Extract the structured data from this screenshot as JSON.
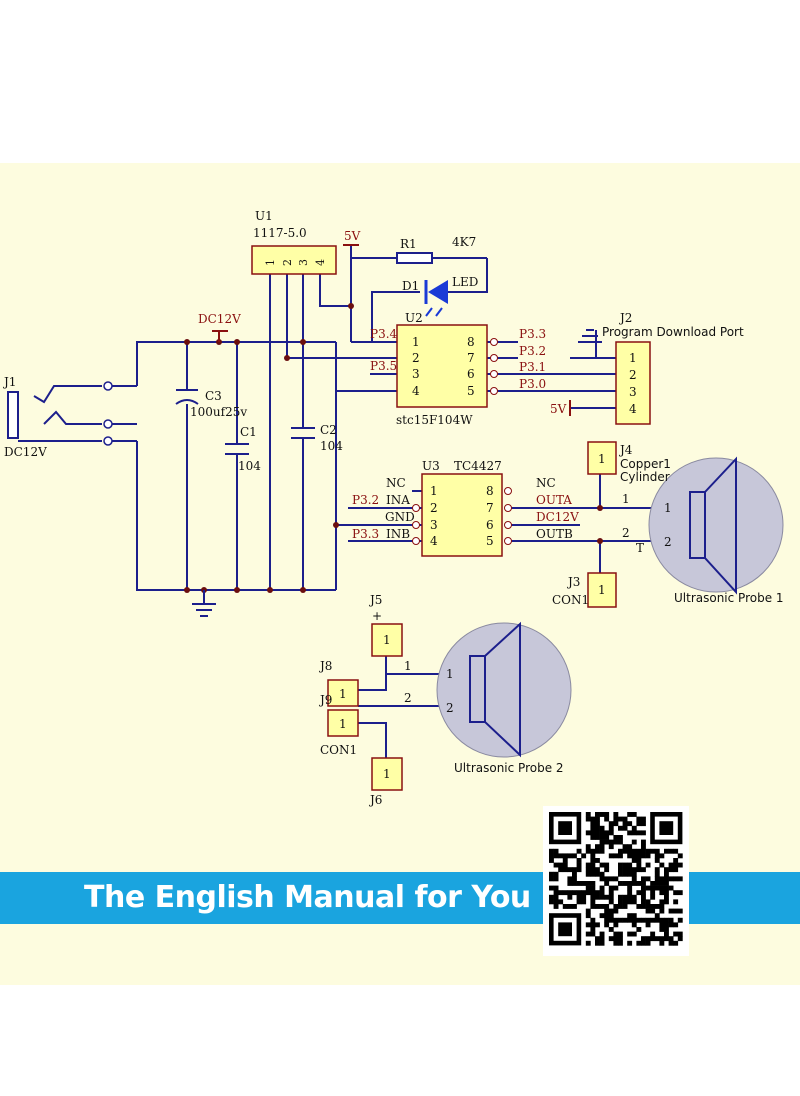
{
  "banner": {
    "text": "The English Manual for You"
  },
  "schematic": {
    "u1": {
      "ref": "U1",
      "part": "1117-5.0",
      "pins": [
        "1",
        "2",
        "3",
        "4"
      ]
    },
    "power_5v_top": "5V",
    "r1": {
      "ref": "R1",
      "value": "4K7"
    },
    "d1": {
      "ref": "D1",
      "value": "LED"
    },
    "u2": {
      "ref": "U2",
      "part": "stc15F104W",
      "left_pins": [
        "1",
        "2",
        "3",
        "4"
      ],
      "right_pins": [
        "8",
        "7",
        "6",
        "5"
      ],
      "left_nets": [
        "P3.4",
        "",
        "P3.5",
        ""
      ],
      "right_nets": [
        "P3.3",
        "P3.2",
        "P3.1",
        "P3.0"
      ]
    },
    "dc12v_rail": "DC12V",
    "j1": {
      "ref": "J1",
      "value": "DC12V"
    },
    "c1": {
      "ref": "C1",
      "value": "104"
    },
    "c2": {
      "ref": "C2",
      "value": "104"
    },
    "c3": {
      "ref": "C3",
      "value": "100uf25v"
    },
    "j2": {
      "ref": "J2",
      "label": "Program Download Port",
      "pins": [
        "1",
        "2",
        "3",
        "4"
      ],
      "pin4_net": "5V"
    },
    "u3": {
      "ref": "U3",
      "part": "TC4427",
      "left_pins": [
        "1",
        "2",
        "3",
        "4"
      ],
      "right_pins": [
        "8",
        "7",
        "6",
        "5"
      ],
      "left_names": [
        "NC",
        "INA",
        "GND",
        "INB"
      ],
      "right_names": [
        "NC",
        "OUTA",
        "DC12V",
        "OUTB"
      ],
      "left_nets": [
        "",
        "P3.2",
        "",
        "P3.3"
      ]
    },
    "j4": {
      "ref": "J4",
      "label_1": "Copper1",
      "label_2": "Cylinder",
      "pin": "1"
    },
    "j3": {
      "ref": "J3",
      "label": "CON1",
      "pin": "1"
    },
    "net_1": "1",
    "net_2": "2",
    "net_t": "T",
    "probe1": {
      "label": "Ultrasonic Probe 1",
      "pin_1": "1",
      "pin_2": "2"
    },
    "j5": {
      "ref": "J5",
      "sign": "+",
      "pin": "1"
    },
    "j8": {
      "ref": "J8",
      "pin": "1"
    },
    "j9": {
      "ref": "J9",
      "pin": "1"
    },
    "con1_bottom": "CON1",
    "probe2": {
      "label": "Ultrasonic Probe 2",
      "pin_1": "1",
      "pin_2": "2"
    },
    "j6": {
      "ref": "J6",
      "pin": "1"
    }
  },
  "colors": {
    "wire": "#1c1f8c",
    "label": "#8a1010",
    "chip": "#ffffa6",
    "probe": "#c7c7d9",
    "led": "#1a3ad6",
    "banner": "#1aa4df"
  }
}
